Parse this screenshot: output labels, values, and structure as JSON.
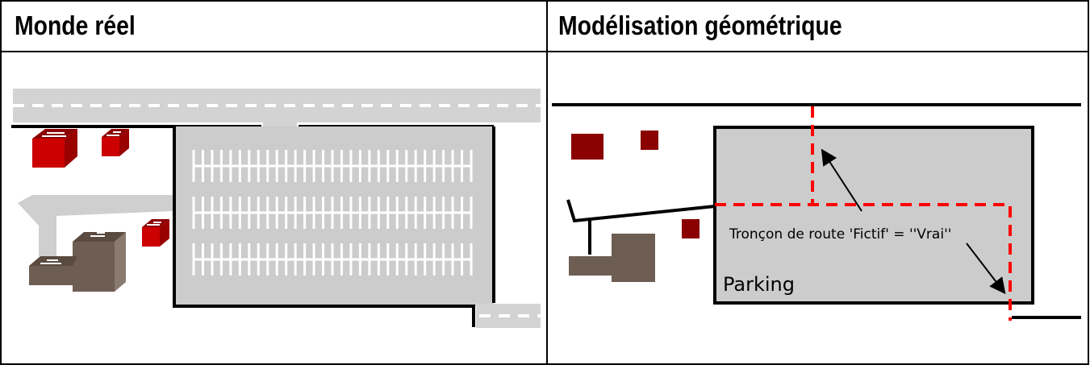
{
  "panels": {
    "left": {
      "title": "Monde réel"
    },
    "right": {
      "title": "Modélisation géométrique"
    }
  },
  "annotations": {
    "fictif_label": "Tronçon de route 'Fictif' = ''Vrai''",
    "parking_label": "Parking"
  },
  "colors": {
    "road_gray": "#d3d3d3",
    "building_red": "#cc0000",
    "building_dark_red": "#8b0000",
    "building_brown": "#6e5d52",
    "fictive_road_red": "#ff0000",
    "outline": "#000000"
  }
}
